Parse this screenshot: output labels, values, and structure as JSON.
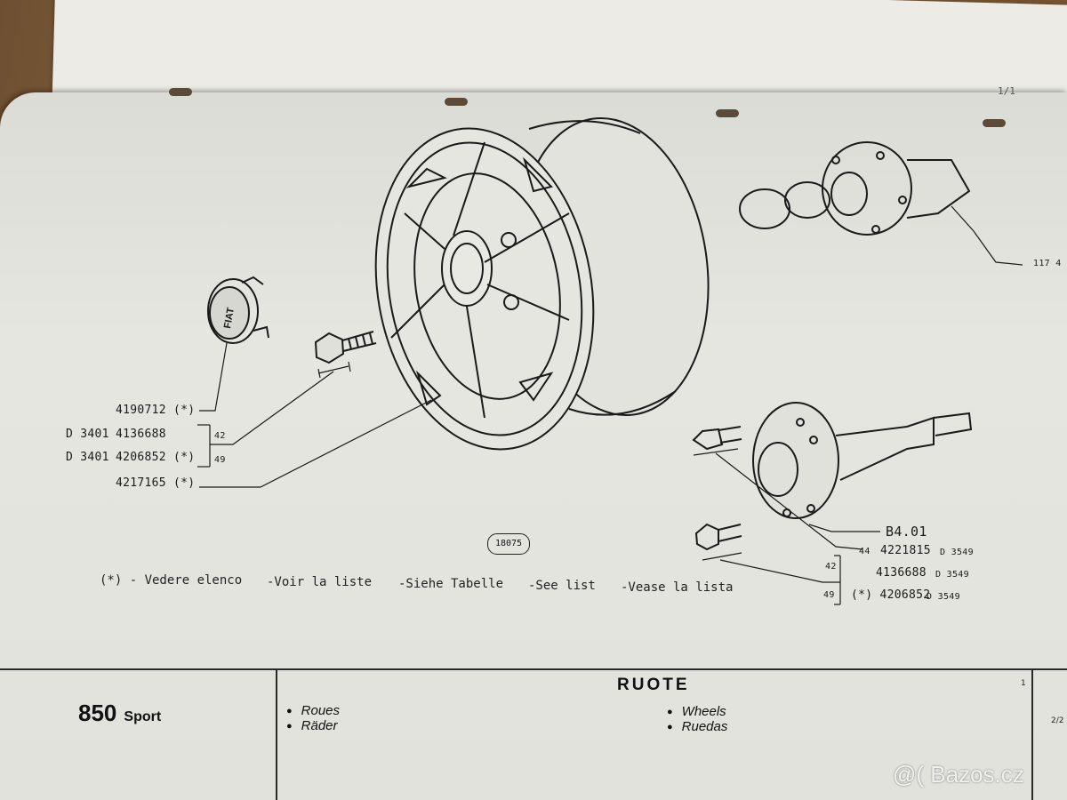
{
  "page": {
    "page_number": "1/1"
  },
  "parts": {
    "emblem": "4190712 (*)",
    "bolt_42_prefix": "D 3401",
    "bolt_42": "4136688",
    "bolt_49_prefix": "D 3401",
    "bolt_49": "4206852 (*)",
    "wheel": "4217165 (*)",
    "bracket_42": "42",
    "bracket_49": "49",
    "hub_ref": "117 4",
    "axle_ref": "B4.01",
    "stud_qty": "44",
    "stud": "4221815",
    "stud_suffix": "D 3549",
    "rbolt_42": "4136688",
    "rbolt_42_suffix": "D 3549",
    "rbolt_49": "(*) 4206852",
    "rbolt_49_suffix": "D 3549",
    "rbracket_42": "42",
    "rbracket_49": "49"
  },
  "figure_number": "18075",
  "notes": [
    "(*) - Vedere elenco",
    "-Voir la liste",
    "-Siehe Tabelle",
    "-See list",
    "-Vease la lista"
  ],
  "footer": {
    "model_number": "850",
    "model_variant": "Sport",
    "section_title": "RUOTE",
    "translations": [
      "Roues",
      "Räder",
      "Wheels",
      "Ruedas"
    ],
    "index_top": "1",
    "index_side": "2/2"
  },
  "watermark": "@( Bazos.cz",
  "brand_logo_text": "FIAT"
}
